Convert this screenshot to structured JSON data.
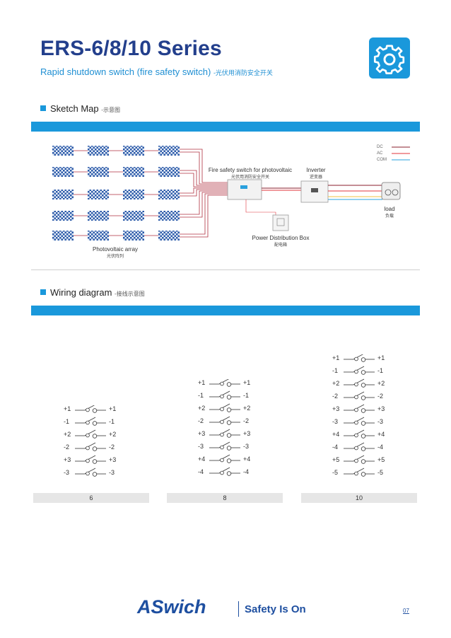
{
  "header": {
    "title": "ERS-6/8/10 Series",
    "subtitle": "Rapid shutdown switch (fire safety switch)",
    "subtitle_zh": "-光伏用消防安全开关",
    "icon": "gear-icon"
  },
  "sketch": {
    "heading": "Sketch Map",
    "heading_zh": "-示意图",
    "array_label": "Photovoltaic array",
    "array_label_zh": "光伏阵列",
    "switch_label": "Fire safety switch for photovoltaic",
    "switch_label_zh": "光伏用消防安全开关",
    "inverter_label": "Inverter",
    "inverter_label_zh": "逆变器",
    "box_label": "Power Distribution Box",
    "box_label_zh": "配电箱",
    "load_label": "load",
    "load_label_zh": "负载",
    "legend": [
      {
        "label": "DC",
        "color": "#8a1c2b"
      },
      {
        "label": "AC",
        "color": "#e0343b"
      },
      {
        "label": "COM",
        "color": "#2aa0dd"
      }
    ]
  },
  "wiring": {
    "heading": "Wiring diagram",
    "heading_zh": "-接线示意图",
    "models": [
      {
        "name": "6",
        "left": [
          "+1",
          "-1",
          "+2",
          "-2",
          "+3",
          "-3"
        ],
        "right": [
          "+1",
          "-1",
          "+2",
          "-2",
          "+3",
          "-3"
        ]
      },
      {
        "name": "8",
        "left": [
          "+1",
          "-1",
          "+2",
          "-2",
          "+3",
          "-3",
          "+4",
          "-4"
        ],
        "right": [
          "+1",
          "-1",
          "+2",
          "-2",
          "+3",
          "-3",
          "+4",
          "-4"
        ]
      },
      {
        "name": "10",
        "left": [
          "+1",
          "-1",
          "+2",
          "-2",
          "+3",
          "-3",
          "+4",
          "-4",
          "+5",
          "-5"
        ],
        "right": [
          "+1",
          "-1",
          "+2",
          "-2",
          "+3",
          "-3",
          "+4",
          "-4",
          "+5",
          "-5"
        ]
      }
    ]
  },
  "footer": {
    "brand_a": "A",
    "brand_rest": "Swich",
    "slogan": "Safety Is On",
    "page_number": "07"
  },
  "colors": {
    "accent": "#1a98db",
    "title": "#233f8c",
    "brand": "#1e4fa0"
  }
}
